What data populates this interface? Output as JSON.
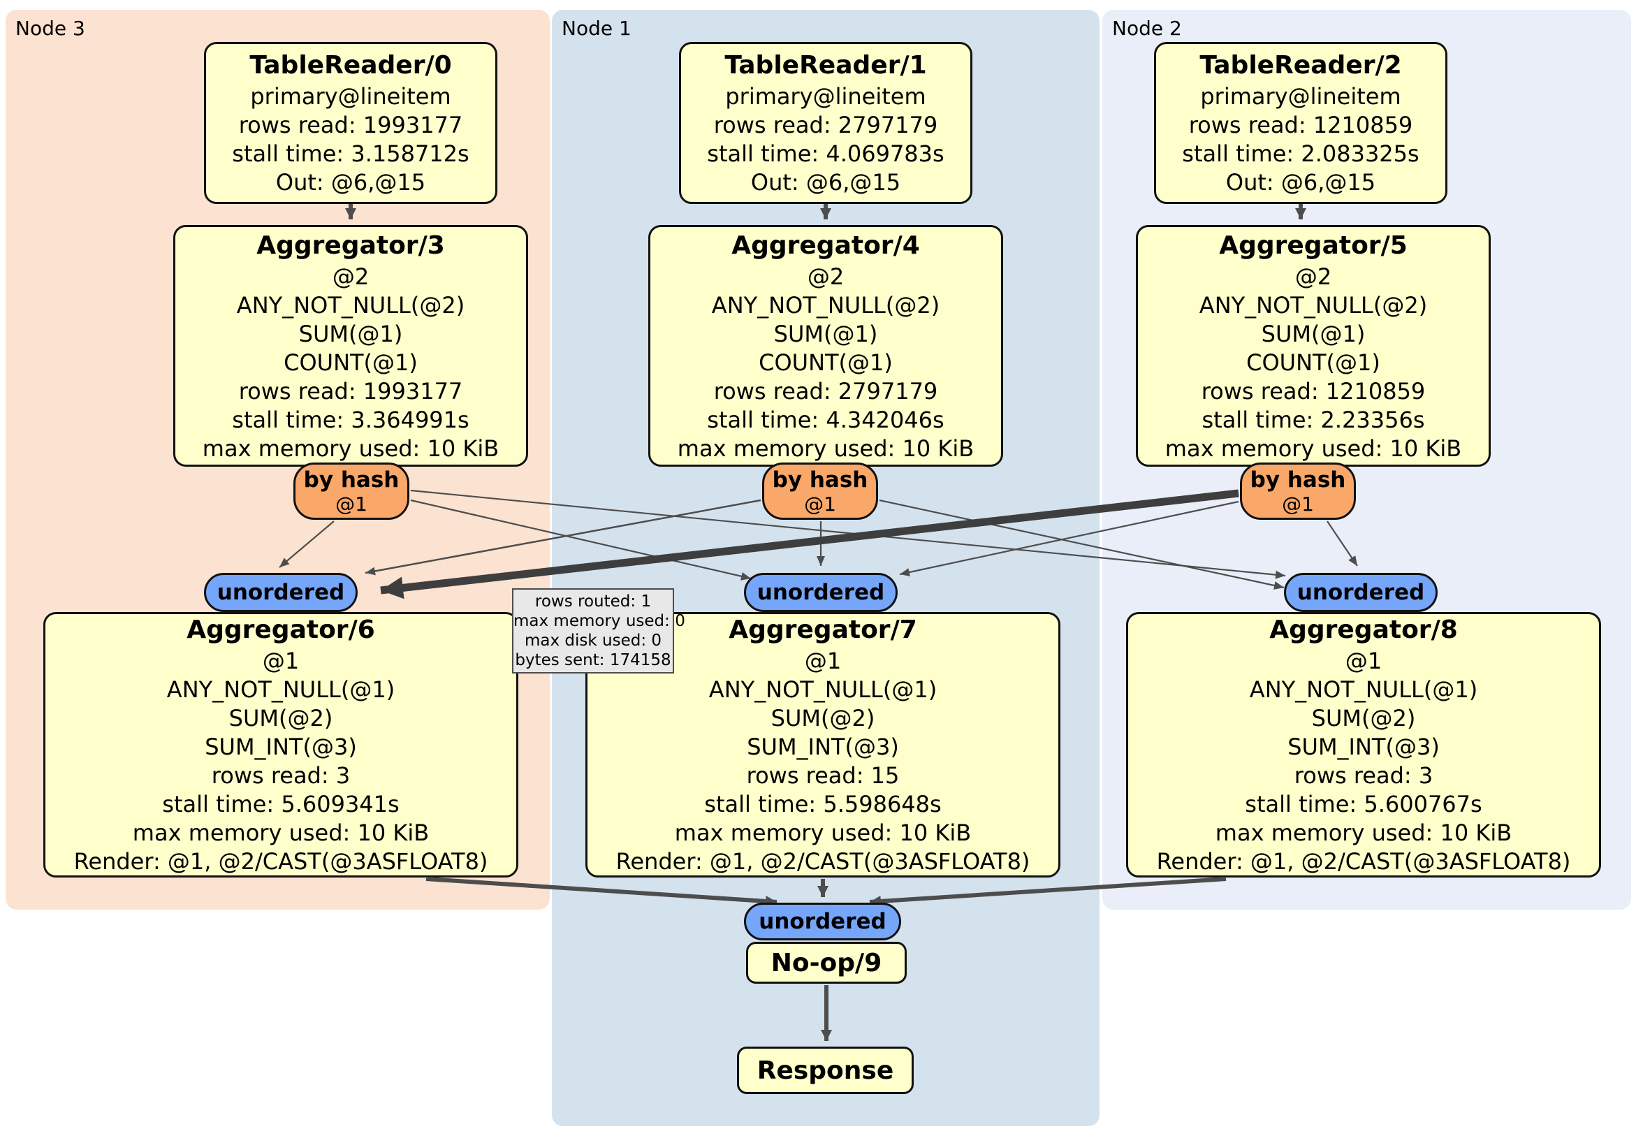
{
  "palette": {
    "node3_band": "#fce2d0",
    "node1_band": "#d4e2ee",
    "node2_band": "#e9eef8",
    "box_fill": "#ffffcc",
    "router_fill": "#faa76a",
    "sync_fill": "#75a6fa",
    "tooltip_fill": "#e8e8e8",
    "edge": "#4d4d4d"
  },
  "columns": [
    {
      "band_label": "Node 3",
      "reader": {
        "title": "TableReader/0",
        "lines": [
          "primary@lineitem",
          "rows read: 1993177",
          "stall time: 3.158712s",
          "Out: @6,@15"
        ]
      },
      "agg_top": {
        "title": "Aggregator/3",
        "lines": [
          "@2",
          "ANY_NOT_NULL(@2)",
          "SUM(@1)",
          "COUNT(@1)",
          "rows read: 1993177",
          "stall time: 3.364991s",
          "max memory used: 10 KiB"
        ]
      },
      "router": {
        "title": "by hash",
        "arg": "@1"
      },
      "sync_label": "unordered",
      "agg_bottom": {
        "title": "Aggregator/6",
        "lines": [
          "@1",
          "ANY_NOT_NULL(@1)",
          "SUM(@2)",
          "SUM_INT(@3)",
          "rows read: 3",
          "stall time: 5.609341s",
          "max memory used: 10 KiB",
          "Render: @1, @2/CAST(@3ASFLOAT8)"
        ]
      }
    },
    {
      "band_label": "Node 1",
      "reader": {
        "title": "TableReader/1",
        "lines": [
          "primary@lineitem",
          "rows read: 2797179",
          "stall time: 4.069783s",
          "Out: @6,@15"
        ]
      },
      "agg_top": {
        "title": "Aggregator/4",
        "lines": [
          "@2",
          "ANY_NOT_NULL(@2)",
          "SUM(@1)",
          "COUNT(@1)",
          "rows read: 2797179",
          "stall time: 4.342046s",
          "max memory used: 10 KiB"
        ]
      },
      "router": {
        "title": "by hash",
        "arg": "@1"
      },
      "sync_label": "unordered",
      "agg_bottom": {
        "title": "Aggregator/7",
        "lines": [
          "@1",
          "ANY_NOT_NULL(@1)",
          "SUM(@2)",
          "SUM_INT(@3)",
          "rows read: 15",
          "stall time: 5.598648s",
          "max memory used: 10 KiB",
          "Render: @1, @2/CAST(@3ASFLOAT8)"
        ]
      }
    },
    {
      "band_label": "Node 2",
      "reader": {
        "title": "TableReader/2",
        "lines": [
          "primary@lineitem",
          "rows read: 1210859",
          "stall time: 2.083325s",
          "Out: @6,@15"
        ]
      },
      "agg_top": {
        "title": "Aggregator/5",
        "lines": [
          "@2",
          "ANY_NOT_NULL(@2)",
          "SUM(@1)",
          "COUNT(@1)",
          "rows read: 1210859",
          "stall time: 2.23356s",
          "max memory used: 10 KiB"
        ]
      },
      "router": {
        "title": "by hash",
        "arg": "@1"
      },
      "sync_label": "unordered",
      "agg_bottom": {
        "title": "Aggregator/8",
        "lines": [
          "@1",
          "ANY_NOT_NULL(@1)",
          "SUM(@2)",
          "SUM_INT(@3)",
          "rows read: 3",
          "stall time: 5.600767s",
          "max memory used: 10 KiB",
          "Render: @1, @2/CAST(@3ASFLOAT8)"
        ]
      }
    }
  ],
  "final": {
    "sync_label": "unordered",
    "noop_label": "No-op/9",
    "response_label": "Response"
  },
  "edge_tooltip": {
    "lines": [
      "rows routed: 1",
      "max memory used: 0",
      "max disk used: 0",
      "bytes sent: 174158"
    ]
  }
}
